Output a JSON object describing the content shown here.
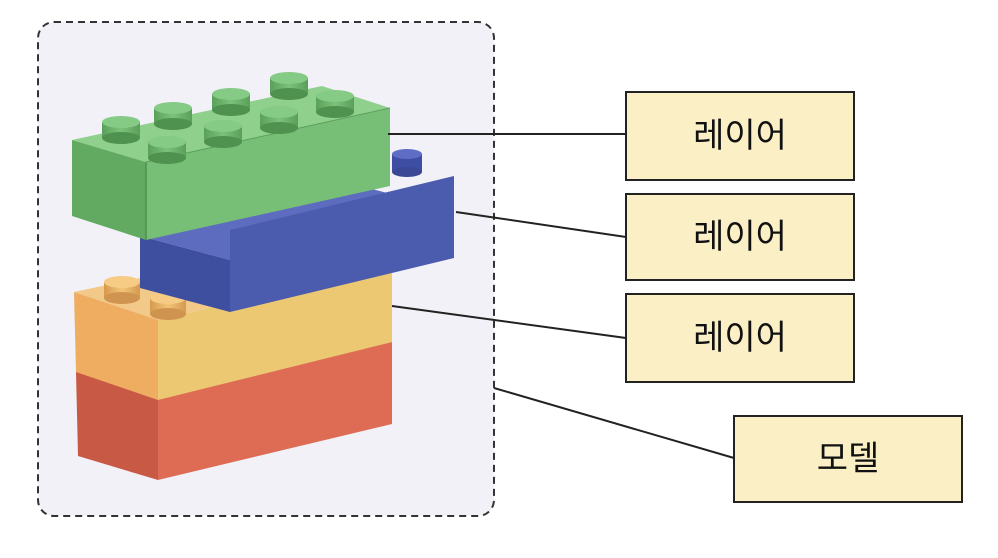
{
  "labels": {
    "layer_1": "레이어",
    "layer_2": "레이어",
    "layer_3": "레이어",
    "model": "모델"
  },
  "colors": {
    "label_fill": "#fbefc6",
    "panel_fill": "#f1f1f7",
    "brick_green": "#6bb56a",
    "brick_blue": "#4a59a8",
    "brick_yellow": "#e9c56e",
    "brick_red": "#dd6a52"
  }
}
